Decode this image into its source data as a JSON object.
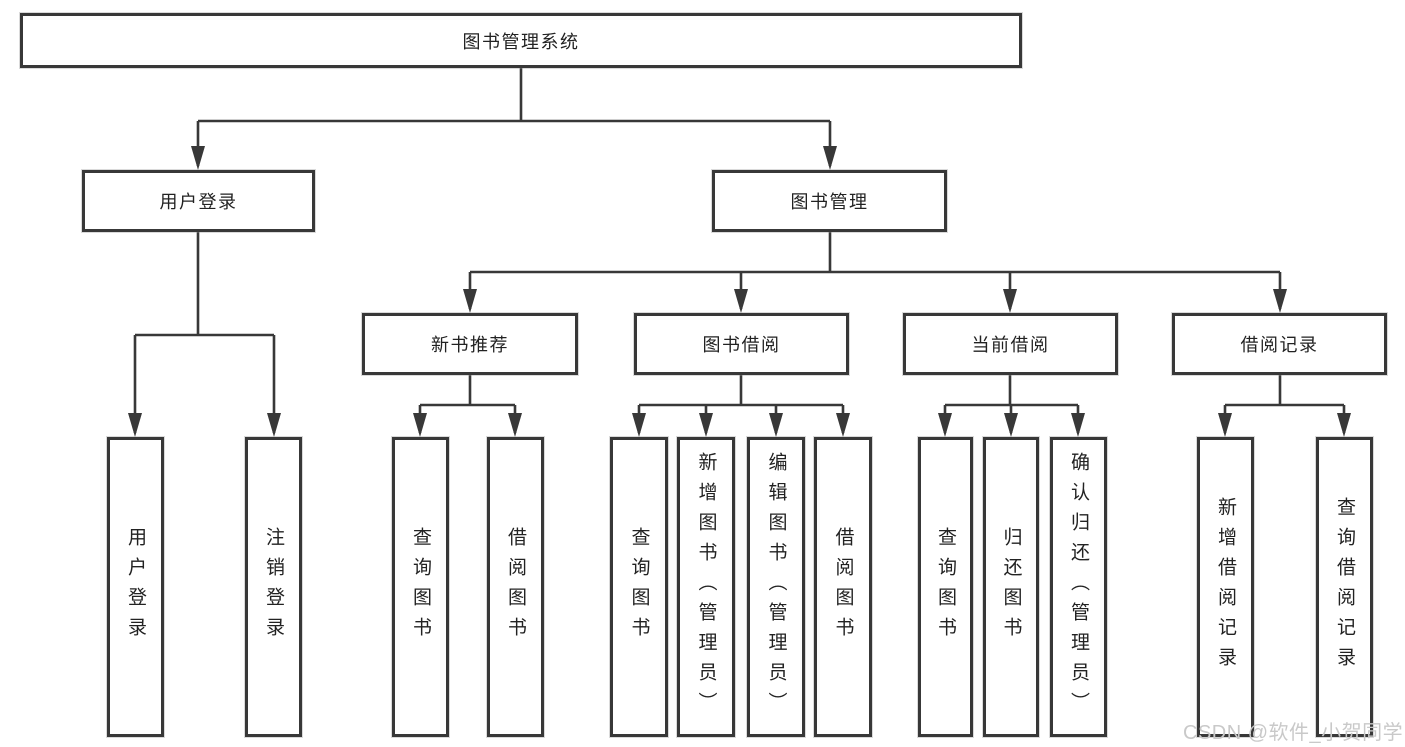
{
  "colors": {
    "line": "#383838",
    "box_border": "#383838",
    "text": "#222222",
    "watermark": "#c9c9c9",
    "background": "#ffffff"
  },
  "nodes": {
    "root": "图书管理系统",
    "user_login": "用户登录",
    "book_mgmt": "图书管理",
    "new_book_rec": "新书推荐",
    "book_borrow": "图书借阅",
    "current_borrow": "当前借阅",
    "borrow_record": "借阅记录",
    "ul_login": "用户登录",
    "ul_logout": "注销登录",
    "nb_query": "查询图书",
    "nb_borrow": "借阅图书",
    "bb_query": "查询图书",
    "bb_add": "新增图书（管理员）",
    "bb_edit": "编辑图书（管理员）",
    "bb_borrow": "借阅图书",
    "cb_query": "查询图书",
    "cb_return": "归还图书",
    "cb_confirm": "确认归还（管理员）",
    "br_add": "新增借阅记录",
    "br_query": "查询借阅记录"
  },
  "watermark": "CSDN @软件_小贺同学"
}
